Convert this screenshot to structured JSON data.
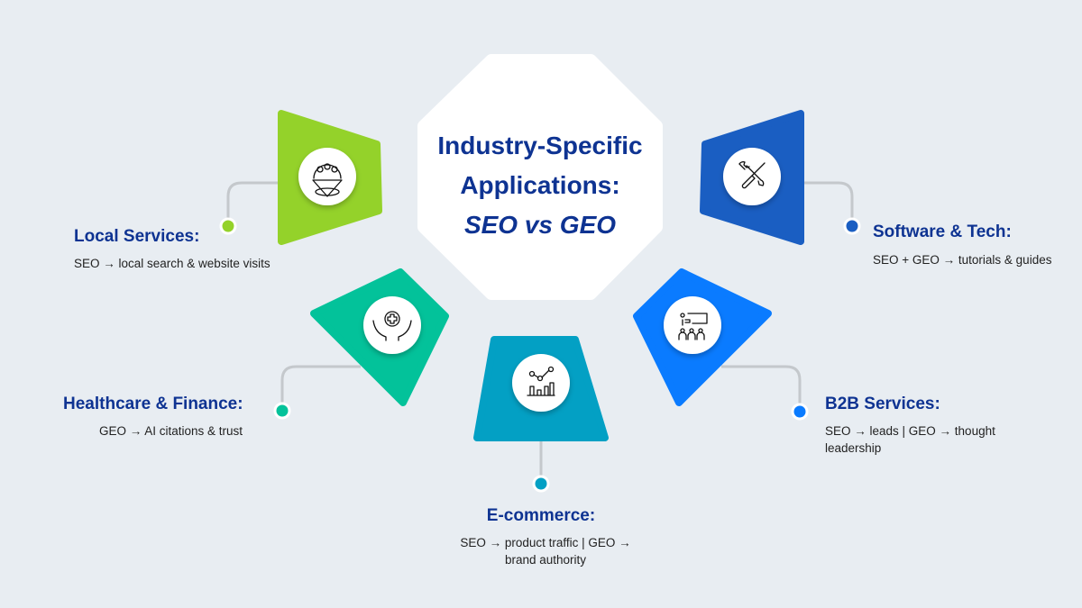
{
  "title": {
    "line1": "Industry-Specific",
    "line2": "Applications:",
    "line3": "SEO vs GEO"
  },
  "items": [
    {
      "label": "Local Services:",
      "desc": "SEO → local search & website visits",
      "color": "#94d22a",
      "icon": "people-location-icon"
    },
    {
      "label": "Healthcare & Finance:",
      "desc": "GEO → AI citations & trust",
      "color": "#03c29a",
      "icon": "hands-medical-cross-icon"
    },
    {
      "label": "E-commerce:",
      "desc": "SEO → product traffic | GEO → brand authority",
      "color": "#03a0c4",
      "icon": "bar-chart-trend-icon"
    },
    {
      "label": "B2B Services:",
      "desc": "SEO → leads | GEO → thought leadership",
      "color": "#0a7bff",
      "icon": "presentation-audience-icon"
    },
    {
      "label": "Software & Tech:",
      "desc": "SEO + GEO → tutorials & guides",
      "color": "#1a5ec2",
      "icon": "wrench-screwdriver-icon"
    }
  ]
}
